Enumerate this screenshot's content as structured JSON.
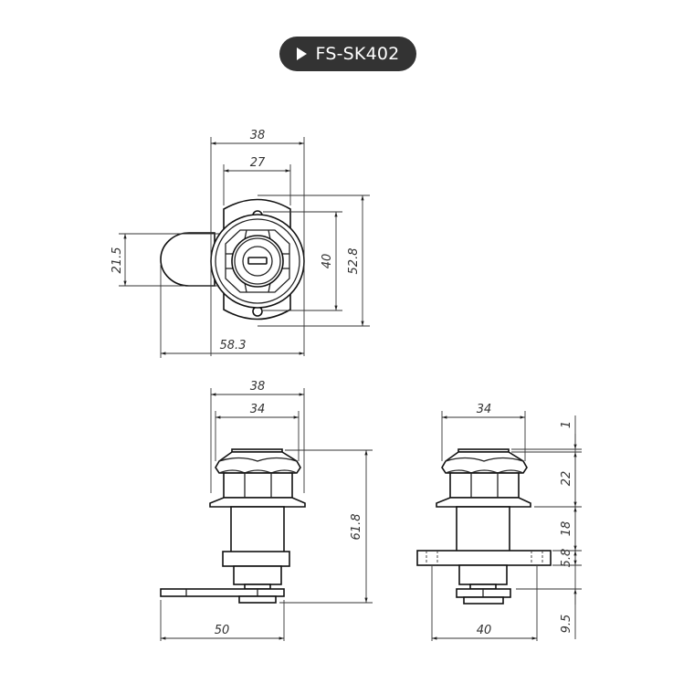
{
  "header": {
    "model_badge": "FS-SK402",
    "play_icon": "play-triangle-icon"
  },
  "front_view": {
    "dims": {
      "overall_width": "38",
      "inner_width": "27",
      "cam_height": "21.5",
      "hole_spacing": "40",
      "overall_height": "52.8",
      "total_length": "58.3"
    }
  },
  "side_view": {
    "dims": {
      "outer_width": "38",
      "head_width": "34",
      "total_height": "61.8",
      "cam_length": "50"
    }
  },
  "end_view": {
    "dims": {
      "head_width": "34",
      "flange_width": "40",
      "top_cap": "1",
      "head_height": "22",
      "body_height": "18",
      "bracket_thickness": "5.8",
      "bottom_height": "9.5"
    }
  },
  "colors": {
    "badge_bg": "#333333",
    "badge_text": "#ffffff",
    "line": "#222222"
  }
}
